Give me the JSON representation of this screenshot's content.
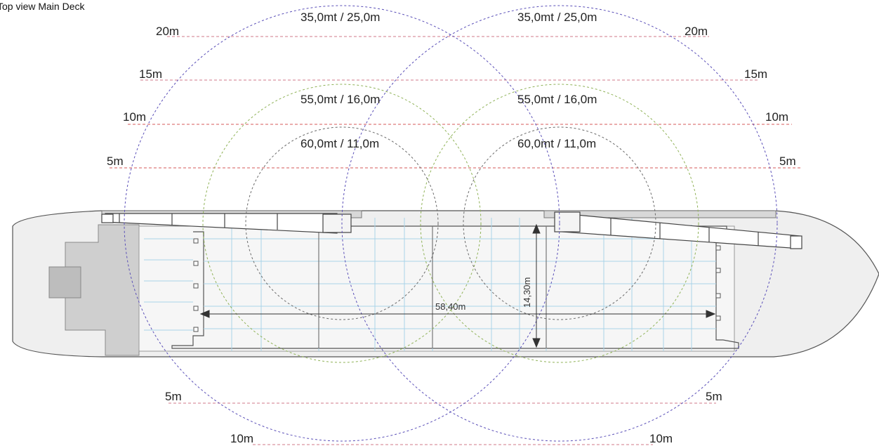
{
  "title": "Top view Main Deck",
  "colors": {
    "outer_circle": "#5a4fb8",
    "mid_circle": "#8fb257",
    "inner_circle": "#6a6a6a",
    "distance_line": "#d27a8a",
    "hull_fill": "#e6e6e6",
    "hull_stroke": "#555555",
    "hold_grid": "#a9d4e8",
    "crane": "#444444"
  },
  "cranes": [
    {
      "id": "aft",
      "outer_label": "35,0mt / 25,0m",
      "mid_label": "55,0mt / 16,0m",
      "inner_label": "60,0mt / 11,0m"
    },
    {
      "id": "fwd",
      "outer_label": "35,0mt / 25,0m",
      "mid_label": "55,0mt / 16,0m",
      "inner_label": "60,0mt / 11,0m"
    }
  ],
  "distance_lines": {
    "top": [
      {
        "left_label": "20m",
        "right_label": "20m"
      },
      {
        "left_label": "15m",
        "right_label": "15m"
      },
      {
        "left_label": "10m",
        "right_label": "10m"
      },
      {
        "left_label": "5m",
        "right_label": "5m"
      }
    ],
    "bottom": [
      {
        "left_label": "5m",
        "right_label": "5m"
      },
      {
        "left_label": "10m",
        "right_label": "10m"
      }
    ]
  },
  "dimensions": {
    "hold_length": "58,40m",
    "hold_width": "14,30m"
  }
}
